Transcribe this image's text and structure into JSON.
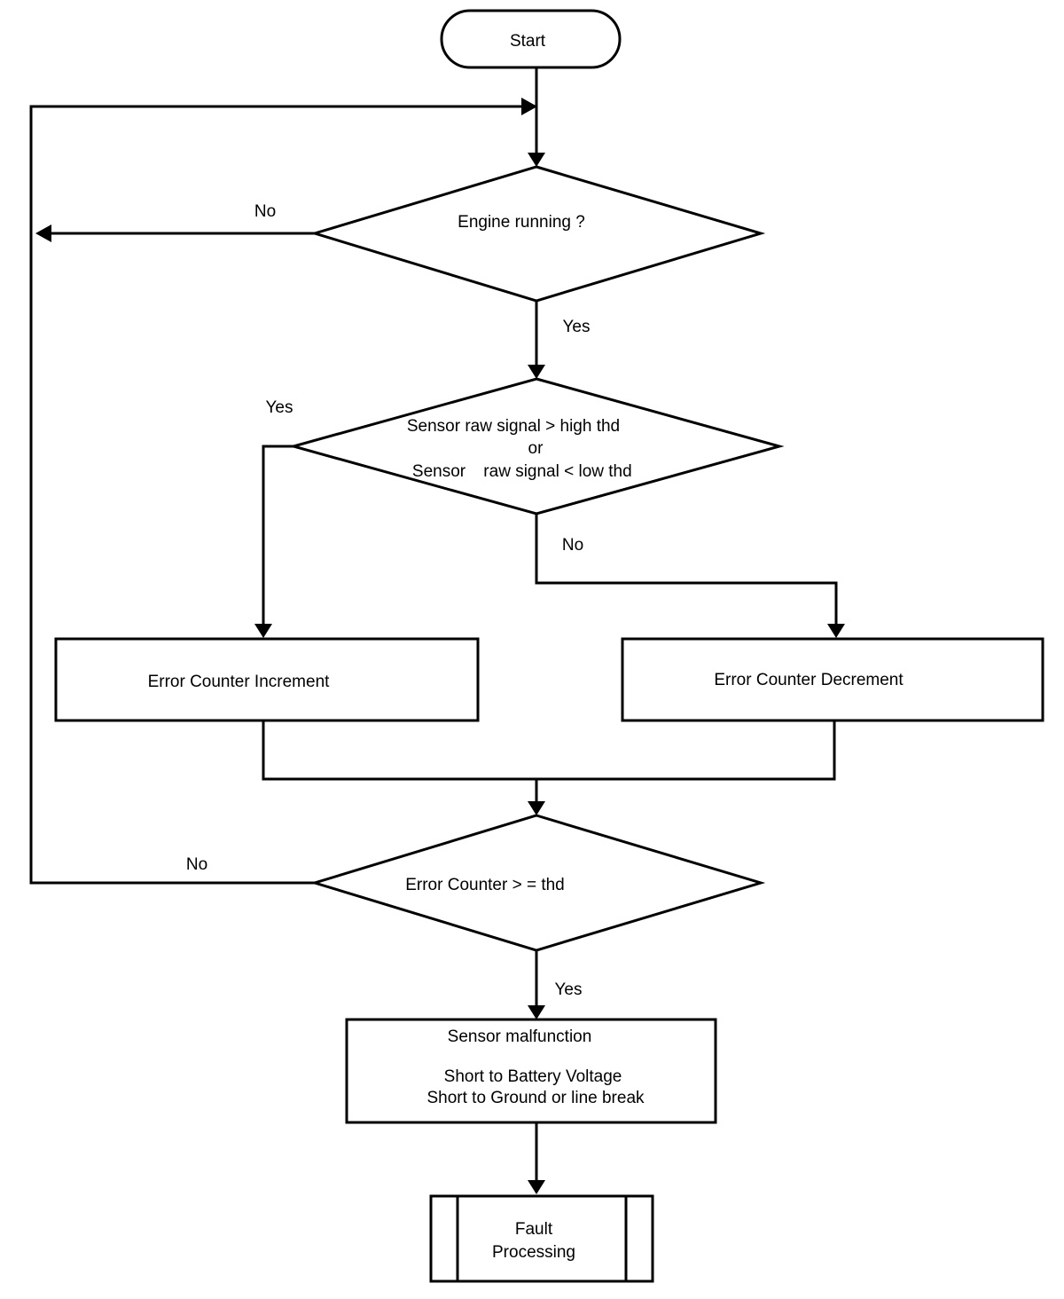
{
  "nodes": {
    "start": "Start",
    "engine_running": "Engine running ?",
    "sensor_check": {
      "line1": "Sensor raw signal > high thd",
      "line2": "or",
      "line3_a": "Sensor",
      "line3_b": "raw signal < low thd"
    },
    "increment": "Error Counter Increment",
    "decrement": "Error Counter Decrement",
    "counter_check": "Error Counter > = thd",
    "malfunction": {
      "title": "Sensor malfunction",
      "line1": "Short to Battery Voltage",
      "line2": "Short to Ground or  line break"
    },
    "fault": {
      "line1": "Fault",
      "line2": "Processing"
    }
  },
  "edges": {
    "engine_no": "No",
    "engine_yes": "Yes",
    "sensor_yes": "Yes",
    "sensor_no": "No",
    "counter_no": "No",
    "counter_yes": "Yes"
  },
  "colors": {
    "stroke": "#000000",
    "background": "#ffffff"
  }
}
